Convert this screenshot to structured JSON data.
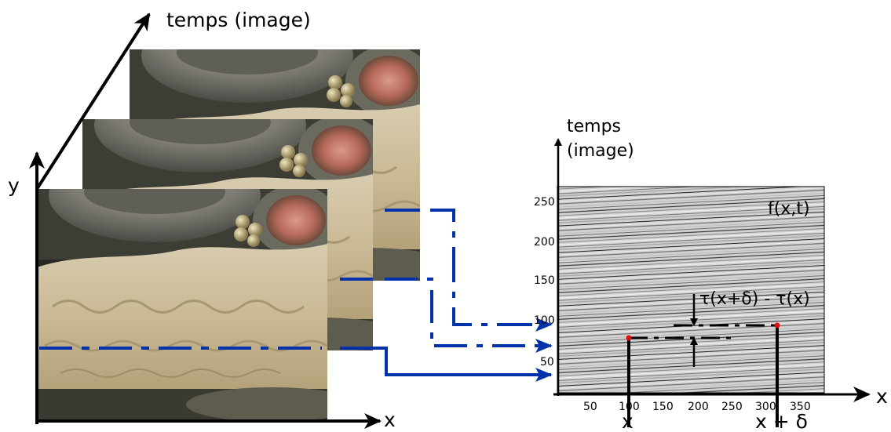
{
  "left": {
    "time_axis_label": "temps (image)",
    "y_axis_label": "y",
    "x_axis_label": "x"
  },
  "right": {
    "time_axis_label_line1": "temps",
    "time_axis_label_line2": "(image)",
    "x_axis_label": "x",
    "function_label": "f(x,t)",
    "delay_label": "τ(x+δ) - τ(x)",
    "point_a_label": "x",
    "point_b_label": "x + δ",
    "x_ticks": [
      "50",
      "100",
      "150",
      "200",
      "250",
      "300",
      "350"
    ],
    "y_ticks": [
      "50",
      "100",
      "150",
      "200",
      "250"
    ]
  },
  "colors": {
    "arrow_blue": "#0033aa",
    "point_red": "#dd1111",
    "axis_black": "#000000"
  },
  "icons": {
    "video_frame": "kitchen-scene-frame",
    "arrow": "arrow-head"
  }
}
